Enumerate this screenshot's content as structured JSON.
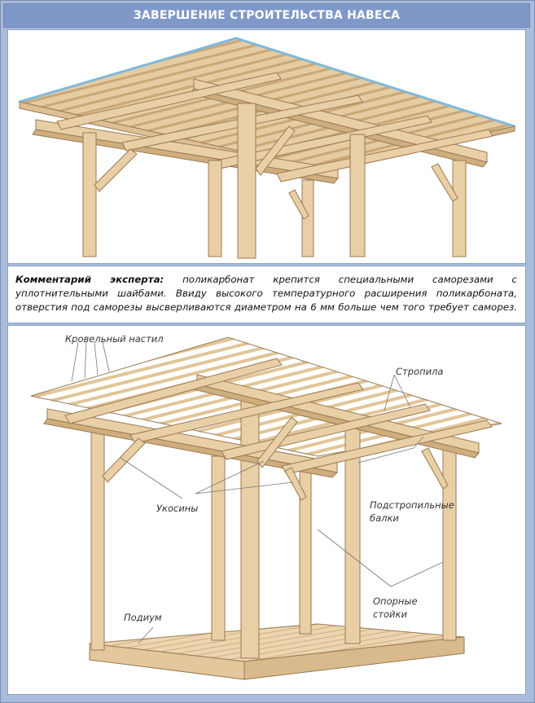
{
  "header": {
    "title": "ЗАВЕРШЕНИЕ СТРОИТЕЛЬСТВА НАВЕСА"
  },
  "comment": {
    "label": "Комментарий эксперта:",
    "text": " поликарбонат крепится специальными саморезами с уплотнительными шайбами. Ввиду высокого температурного расширения поликарбоната, отверстия под саморезы высверливаются диаметром на 6 мм больше чем того требует саморез."
  },
  "diagram": {
    "labels": {
      "roof_deck": "Кровельный настил",
      "rafters": "Стропила",
      "braces": "Укосины",
      "beams_line1": "Подстропильные",
      "beams_line2": "балки",
      "posts_line1": "Опорные",
      "posts_line2": "стойки",
      "podium": "Подиум"
    }
  },
  "colors": {
    "header_bg": "#7f98c8",
    "frame_bg": "#a9bcdc",
    "wood": "#e9cfa6",
    "wood_dark": "#cfae7e",
    "wood_outline": "#9a7a52",
    "polycarbonate": "#7fb8dc"
  }
}
